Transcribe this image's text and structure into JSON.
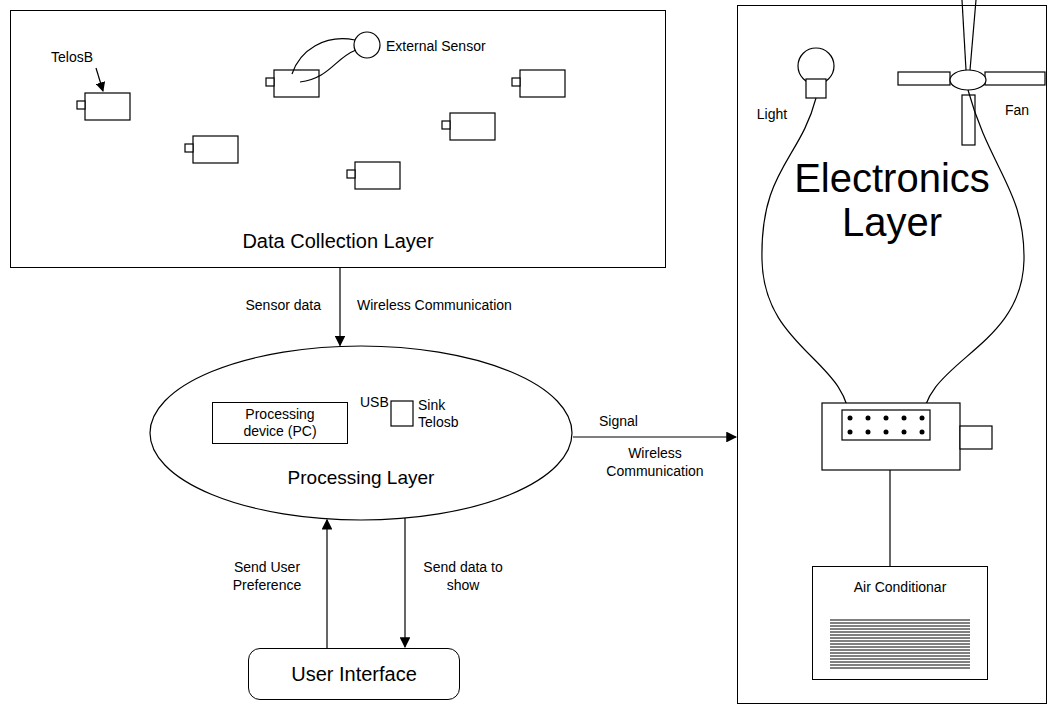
{
  "diagram": {
    "nodes": [
      {
        "text": [
          "Data Collection Layer"
        ]
      },
      {
        "text": [
          "Processing Layer"
        ]
      },
      {
        "text": [
          "Processing device (PC)"
        ],
        "in": 1
      },
      {
        "text": [
          "Sink Telosb"
        ],
        "in": 1
      },
      {
        "text": [
          "User Interface"
        ]
      },
      {
        "text": [
          "Electronics Layer"
        ]
      },
      {
        "text": [
          "Light"
        ],
        "in": 5
      },
      {
        "text": [
          "Fan"
        ],
        "in": 5
      },
      {
        "text": [
          "Air Conditionar"
        ],
        "in": 5
      }
    ],
    "edges": [
      {
        "from": 0,
        "to": 1,
        "arrow": "to",
        "label": "Sensor data"
      },
      {
        "from": 3,
        "to": 2,
        "arrow": "to",
        "label": "USB"
      },
      {
        "from": 1,
        "to": 5,
        "arrow": "to",
        "label": "Signal"
      },
      {
        "from": 4,
        "to": 1,
        "arrow": "to",
        "label": "Send User Preference"
      },
      {
        "from": 1,
        "to": 4,
        "arrow": "to",
        "label": "Send data to show"
      }
    ],
    "labels": [
      "TelosB",
      "External Sensor",
      "Wireless Communication",
      "Wireless Communication"
    ]
  }
}
